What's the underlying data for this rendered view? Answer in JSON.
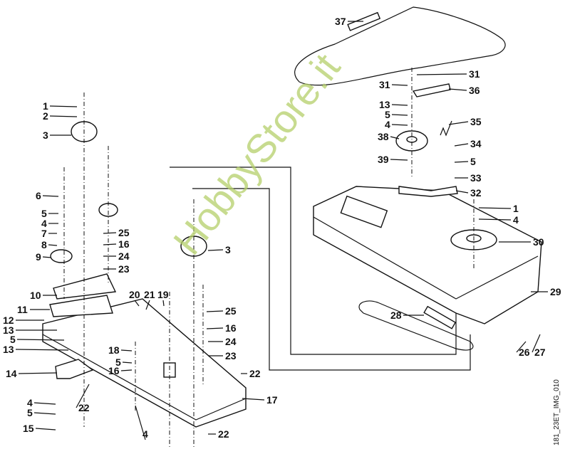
{
  "diagram": {
    "watermark": "HobbyStore.it",
    "image_code": "181_23ET_IMG_010",
    "callouts": [
      "37",
      "31",
      "31",
      "36",
      "13",
      "5",
      "4",
      "38",
      "35",
      "34",
      "5",
      "39",
      "33",
      "32",
      "1",
      "4",
      "30",
      "29",
      "28",
      "26",
      "27",
      "1",
      "2",
      "3",
      "6",
      "5",
      "4",
      "7",
      "8",
      "9",
      "25",
      "16",
      "24",
      "23",
      "10",
      "11",
      "12",
      "13",
      "5",
      "13",
      "14",
      "4",
      "5",
      "15",
      "22",
      "20",
      "21",
      "19",
      "18",
      "5",
      "16",
      "4",
      "3",
      "25",
      "16",
      "24",
      "23",
      "22",
      "17",
      "22"
    ]
  }
}
